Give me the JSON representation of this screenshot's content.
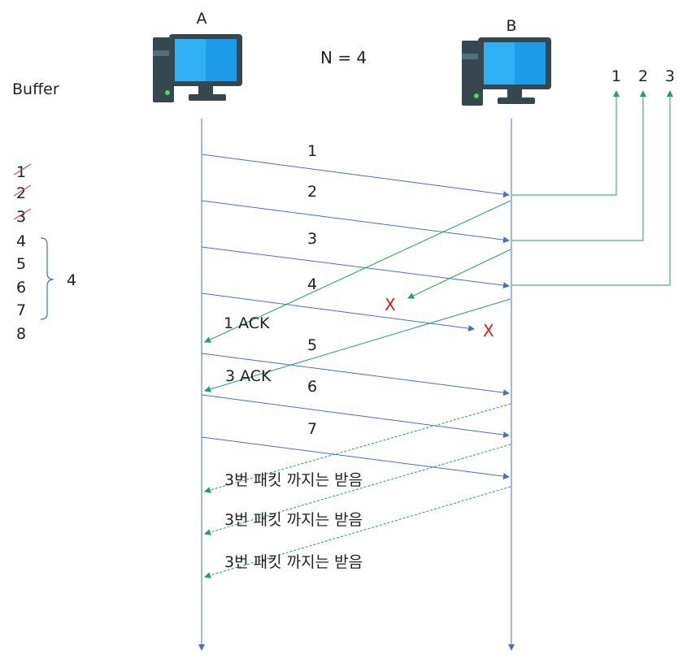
{
  "nodes": {
    "a": "A",
    "b": "B"
  },
  "window_label": "N = 4",
  "buffer": {
    "title": "Buffer",
    "items": [
      "1",
      "2",
      "3",
      "4",
      "5",
      "6",
      "7",
      "8"
    ],
    "crossed_out": [
      "1",
      "2",
      "3"
    ],
    "window_size": "4"
  },
  "received": [
    "1",
    "2",
    "3"
  ],
  "packets": [
    "1",
    "2",
    "3",
    "4",
    "5",
    "6",
    "7"
  ],
  "acks": [
    "1 ACK",
    "3 ACK"
  ],
  "lost_marks": [
    "X",
    "X"
  ],
  "dup_ack_text": [
    "3번 패킷 까지는 받음",
    "3번 패킷 까지는 받음",
    "3번 패킷 까지는 받음"
  ],
  "colors": {
    "packet_line": "#4472c4",
    "ack_line": "#22a35a",
    "lost": "#e01b1b",
    "strike": "#d9534f",
    "monitor": "#1e9be8",
    "tower": "#37474f"
  }
}
